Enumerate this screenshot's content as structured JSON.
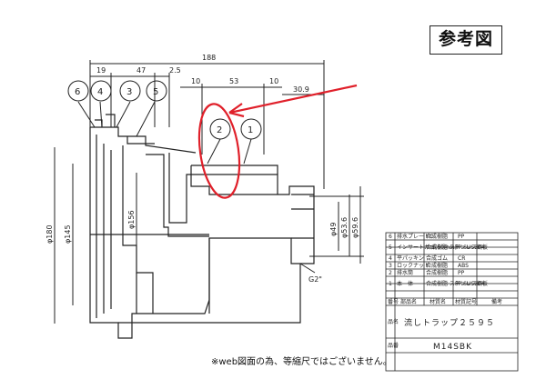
{
  "ref_label": "参考図",
  "note": "※web図面の為、等縮尺ではございません。",
  "dimensions": {
    "overall": "188",
    "d19": "19",
    "d47": "47",
    "d25": "2.5",
    "d10a": "10",
    "d53": "53",
    "d10b": "10",
    "d309": "30.9",
    "dia180": "φ180",
    "dia145": "φ145",
    "dia156": "φ156",
    "dia49": "φ49",
    "dia536": "φ53.6",
    "dia596": "φ59.6",
    "thread": "G2\""
  },
  "callouts": [
    "6",
    "4",
    "3",
    "5",
    "2",
    "1"
  ],
  "parts": [
    {
      "no": "6",
      "name": "排水プレートC",
      "material": "合成樹脂",
      "code": "PP"
    },
    {
      "no": "5",
      "name": "インサートカゴ(50mm)",
      "material": "合成樹脂 ステンレス鋼板",
      "code": "PP SUS304"
    },
    {
      "no": "4",
      "name": "平パッキン",
      "material": "合成ゴム",
      "code": "CR"
    },
    {
      "no": "3",
      "name": "ロックナット",
      "material": "合成樹脂",
      "code": "ABS"
    },
    {
      "no": "2",
      "name": "排水筒",
      "material": "合成樹脂",
      "code": "PP"
    },
    {
      "no": "1",
      "name": "本　体",
      "material": "合成樹脂 ステンレス鋼板",
      "code": "PP SUS304"
    }
  ],
  "table_header": {
    "no": "番号",
    "name": "部品名",
    "material": "材質名",
    "code": "材質記号",
    "remark": "備考"
  },
  "title_label": "品名",
  "product_name": "流しトラップ２５９５",
  "code_label": "品番",
  "product_code": "M14SBK",
  "colors": {
    "line": "#222222",
    "highlight": "#e0202a",
    "background": "#ffffff"
  }
}
